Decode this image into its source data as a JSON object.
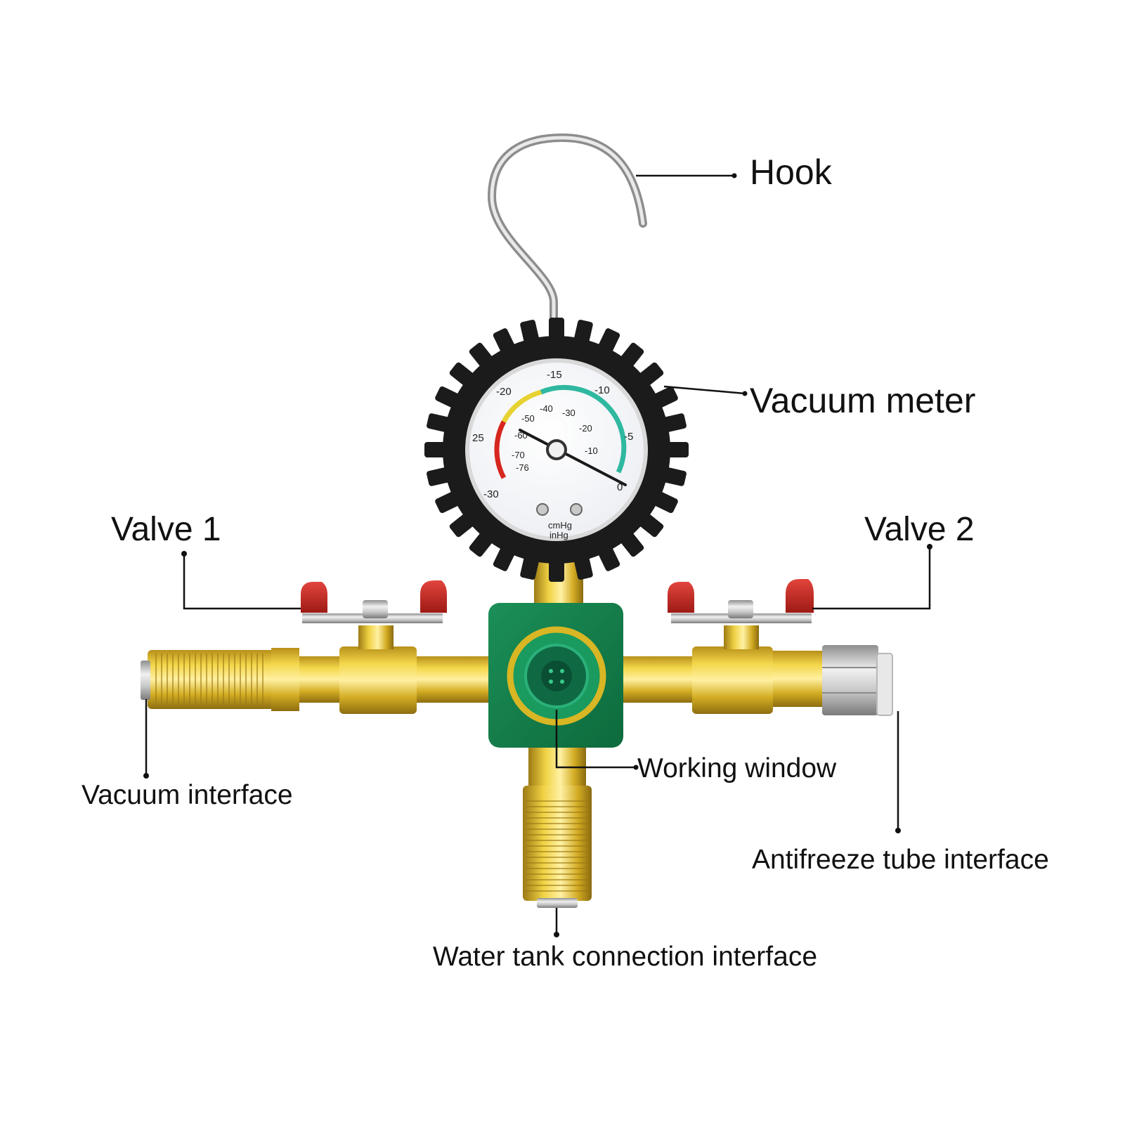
{
  "labels": {
    "hook": "Hook",
    "vacuum_meter": "Vacuum meter",
    "valve_1": "Valve 1",
    "valve_2": "Valve 2",
    "vacuum_interface": "Vacuum interface",
    "working_window": "Working window",
    "antifreeze_tube_interface": "Antifreeze tube interface",
    "water_tank_connection_interface": "Water tank connection interface"
  },
  "gauge": {
    "unit_cmhg": "cmHg",
    "unit_inhg": "inHg",
    "outer_scale": [
      "-30",
      "25",
      "-20",
      "-15",
      "-10",
      "-5",
      "0"
    ],
    "inner_scale": [
      "-76",
      "-70",
      "-60",
      "-50",
      "-40",
      "-30",
      "-20",
      "-10"
    ],
    "zone_colors": {
      "red": "#d7261e",
      "yellow": "#e6d231",
      "green": "#2fb8a0"
    }
  },
  "colors": {
    "manifold_green": "#137a4a",
    "brass": "#d6b21e",
    "handle_red": "#c8261f",
    "gauge_boot": "#1b1b1b"
  }
}
